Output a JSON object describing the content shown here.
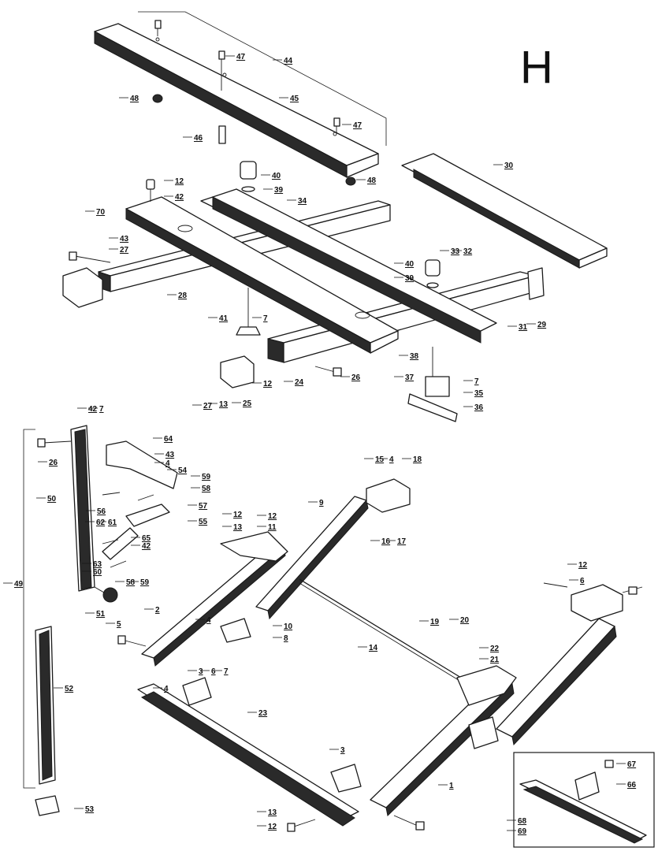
{
  "sheet_letter": "H",
  "callouts": [
    "44",
    "45",
    "46",
    "47",
    "47",
    "48",
    "48",
    "30",
    "12",
    "42",
    "40",
    "39",
    "34",
    "70",
    "43",
    "27",
    "28",
    "41",
    "7",
    "24",
    "26",
    "25",
    "12",
    "27",
    "13",
    "33",
    "32",
    "40",
    "39",
    "29",
    "31",
    "38",
    "37",
    "7",
    "35",
    "36",
    "42",
    "7",
    "26",
    "64",
    "43",
    "4",
    "54",
    "59",
    "58",
    "57",
    "56",
    "55",
    "50",
    "62",
    "61",
    "65",
    "42",
    "63",
    "60",
    "58",
    "59",
    "51",
    "49",
    "52",
    "53",
    "15",
    "4",
    "18",
    "9",
    "16",
    "17",
    "12",
    "13",
    "11",
    "12",
    "2",
    "4",
    "10",
    "8",
    "5",
    "3",
    "6",
    "7",
    "4",
    "14",
    "19",
    "20",
    "22",
    "21",
    "23",
    "3",
    "13",
    "12",
    "1",
    "12",
    "6",
    "67",
    "66",
    "68",
    "69"
  ]
}
